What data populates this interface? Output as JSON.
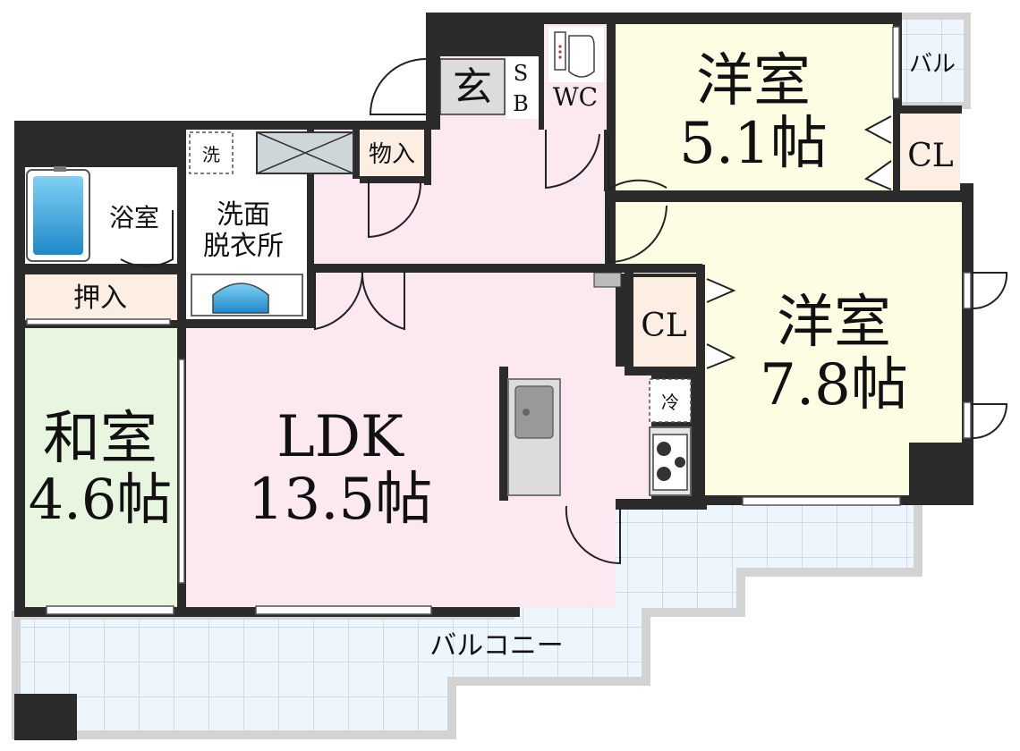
{
  "rooms": {
    "western_a": {
      "name": "洋室",
      "size": "5.1帖"
    },
    "western_b": {
      "name": "洋室",
      "size": "7.8帖"
    },
    "japanese": {
      "name": "和室",
      "size": "4.6帖"
    },
    "ldk": {
      "name": "LDK",
      "size": "13.5帖"
    },
    "bath": {
      "name": "浴室"
    },
    "washroom": {
      "line1": "洗面",
      "line2": "脱衣所"
    },
    "wc": {
      "name": "WC"
    },
    "shoebox": {
      "s": "S",
      "b": "B"
    },
    "entrance": {
      "name": "玄"
    },
    "storage": {
      "name": "物入"
    },
    "closet_japanese": {
      "name": "押入"
    },
    "closet_a": {
      "name": "CL"
    },
    "closet_b": {
      "name": "CL"
    }
  },
  "fixtures": {
    "washer": "洗",
    "fridge": "冷"
  },
  "balcony": {
    "main": "バルコニー",
    "small": "バル"
  },
  "colors": {
    "wall": "#2b2b2b",
    "pink": "#fbe8f0",
    "cream": "#fdfde4",
    "green": "#e9f6df",
    "peach": "#fdeee3",
    "tile": "#eef6fd",
    "bath_blue": "#2f9fd8"
  }
}
